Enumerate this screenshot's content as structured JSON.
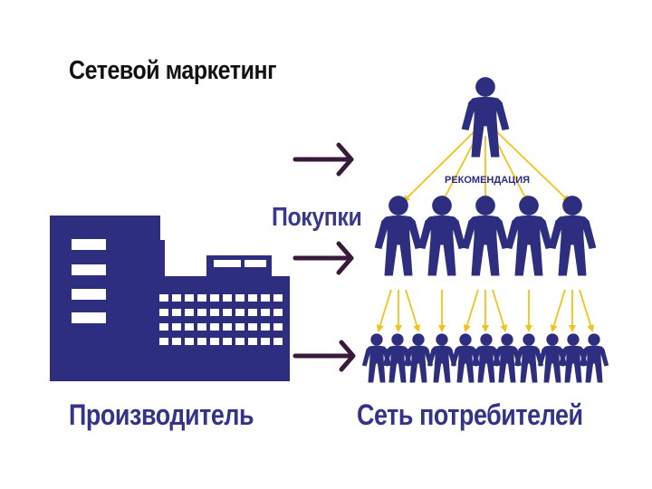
{
  "title": "Сетевой маркетинг",
  "purchases_label": "Покупки",
  "recommendation_label": "РЕКОМЕНДАЦИЯ",
  "producer_label": "Производитель",
  "network_label": "Сеть потребителей",
  "colors": {
    "figure": "#2e2e80",
    "building": "#2e2e80",
    "arrow": "#3a1a3a",
    "recommend_arrow": "#f2c318"
  },
  "icons": {
    "building": "factory-building-icon",
    "person": "person-icon",
    "arrow": "arrow-right-icon"
  }
}
